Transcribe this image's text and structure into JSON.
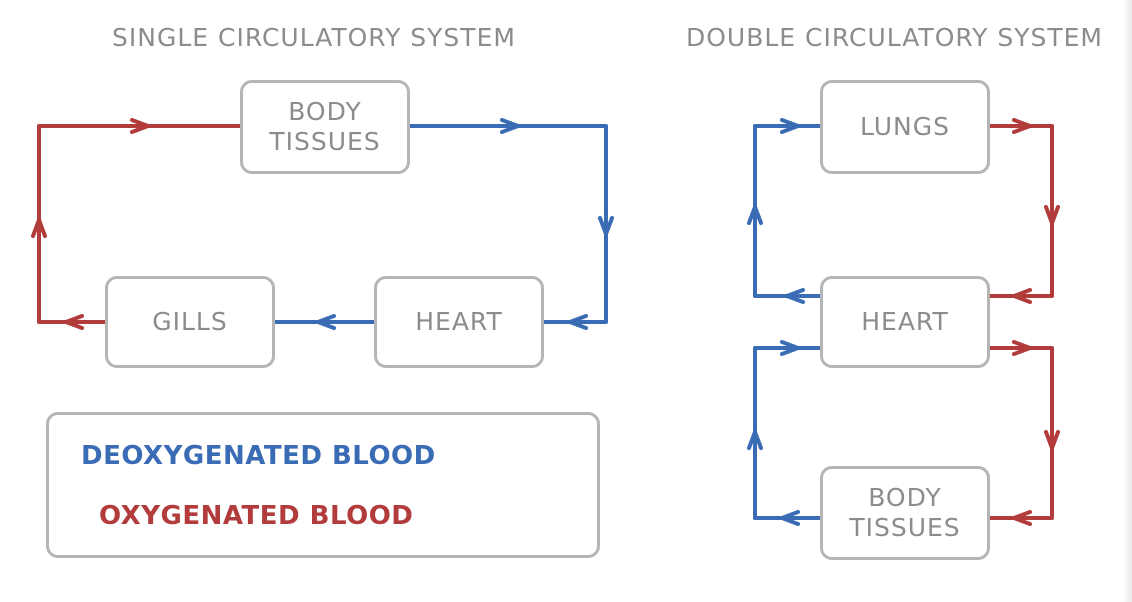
{
  "single": {
    "title": "SINGLE CIRCULATORY SYSTEM",
    "boxes": {
      "body_tissues": "BODY\nTISSUES",
      "gills": "GILLS",
      "heart": "HEART"
    }
  },
  "double": {
    "title": "DOUBLE CIRCULATORY SYSTEM",
    "boxes": {
      "lungs": "LUNGS",
      "heart": "HEART",
      "body_tissues": "BODY\nTISSUES"
    }
  },
  "legend": {
    "deoxygenated_label": "DEOXYGENATED BLOOD",
    "oxygenated_label": "OXYGENATED BLOOD"
  },
  "colors": {
    "deoxygenated": "#3a6cb5",
    "oxygenated": "#b23b3b",
    "box_border": "#b5b5b5",
    "text_gray": "#8c8c8c"
  }
}
